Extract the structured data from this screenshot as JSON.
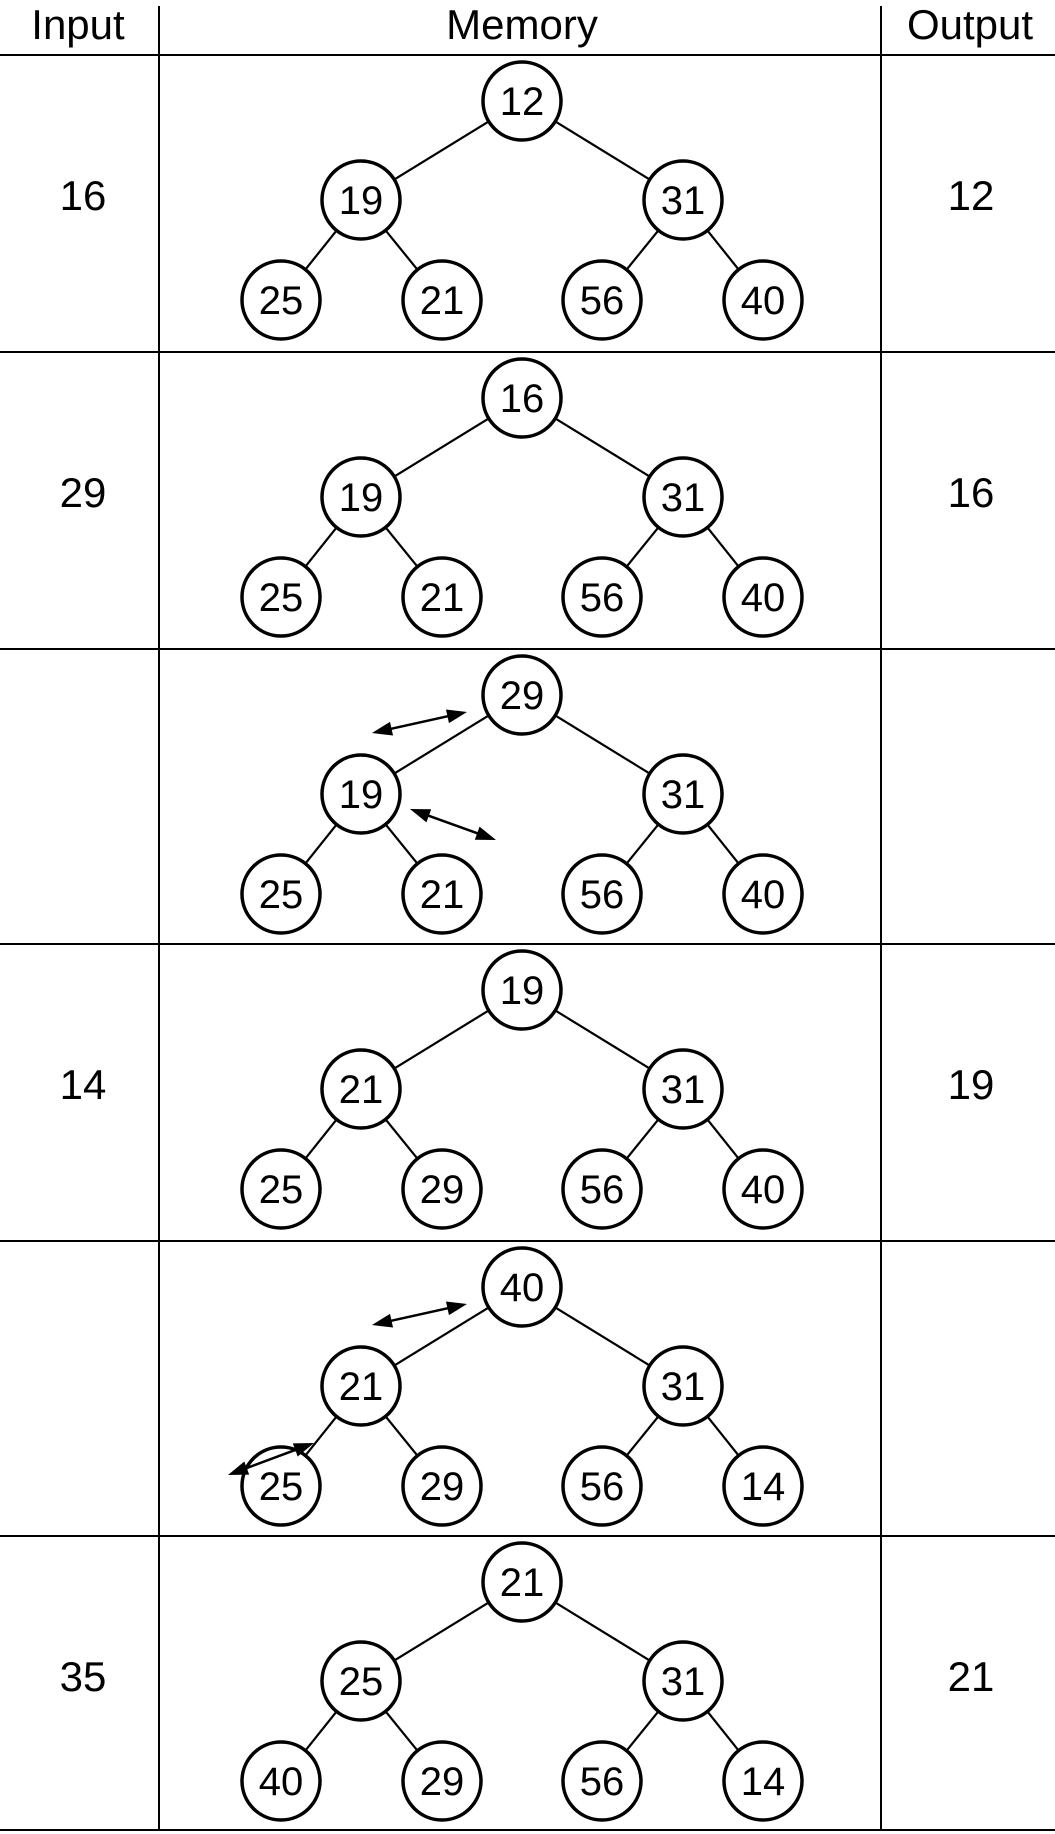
{
  "header": {
    "input_label": "Input",
    "memory_label": "Memory",
    "output_label": "Output"
  },
  "rows": [
    {
      "input": "16",
      "output": "12",
      "nodes": [
        "12",
        "19",
        "31",
        "25",
        "21",
        "56",
        "40"
      ],
      "swaps": []
    },
    {
      "input": "29",
      "output": "16",
      "nodes": [
        "16",
        "19",
        "31",
        "25",
        "21",
        "56",
        "40"
      ],
      "swaps": []
    },
    {
      "input": "",
      "output": "",
      "nodes": [
        "29",
        "19",
        "31",
        "25",
        "21",
        "56",
        "40"
      ],
      "swaps": [
        "root-left",
        "left-leftright"
      ]
    },
    {
      "input": "14",
      "output": "19",
      "nodes": [
        "19",
        "21",
        "31",
        "25",
        "29",
        "56",
        "40"
      ],
      "swaps": []
    },
    {
      "input": "",
      "output": "",
      "nodes": [
        "40",
        "21",
        "31",
        "25",
        "29",
        "56",
        "14"
      ],
      "swaps": [
        "root-left",
        "left-leftleft"
      ]
    },
    {
      "input": "35",
      "output": "21",
      "nodes": [
        "21",
        "25",
        "31",
        "40",
        "29",
        "56",
        "14"
      ],
      "swaps": []
    }
  ]
}
